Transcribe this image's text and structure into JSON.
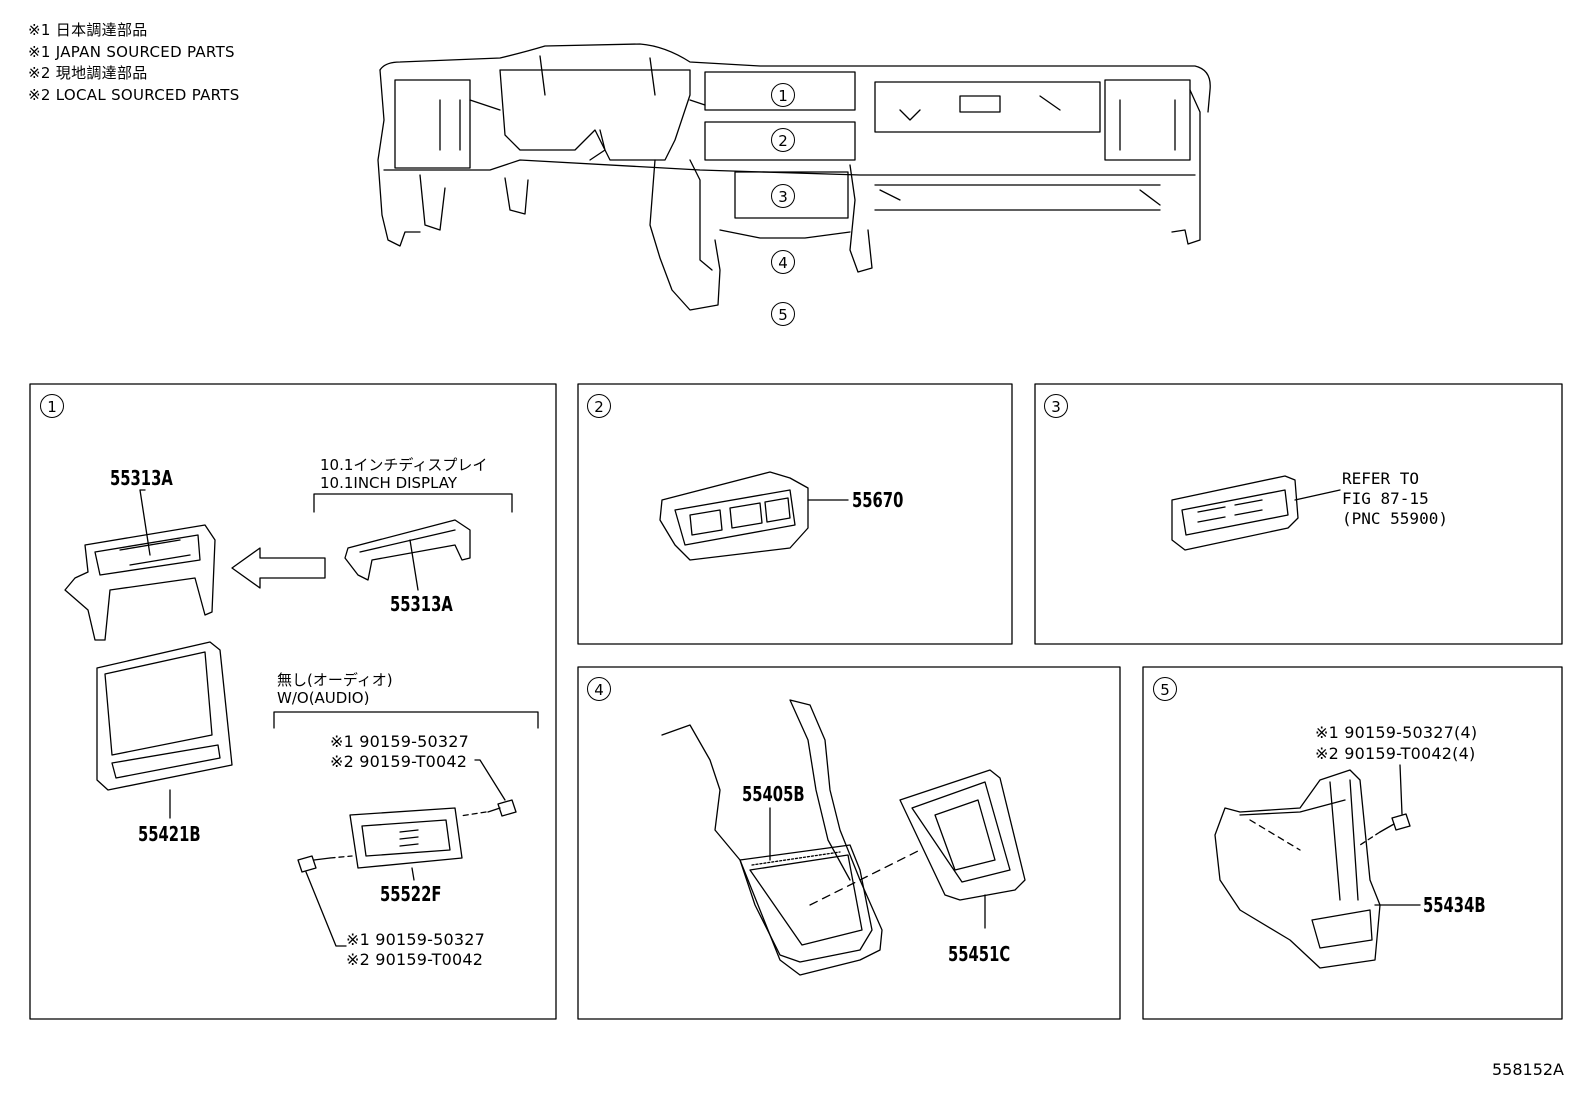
{
  "legend": {
    "line1": "※1 日本調達部品",
    "line2": "※1 JAPAN SOURCED PARTS",
    "line3": "※2 現地調達部品",
    "line4": "※2 LOCAL SOURCED PARTS"
  },
  "overview_callouts": [
    "1",
    "2",
    "3",
    "4",
    "5"
  ],
  "panel1": {
    "index": "1",
    "part_55313A_main": "55313A",
    "display_jp": "10.1インチディスプレイ",
    "display_en": "10.1INCH DISPLAY",
    "part_55313A_alt": "55313A",
    "part_55421B": "55421B",
    "audio_jp": "無し(オーディオ)",
    "audio_en": "W/O(AUDIO)",
    "screw_top_1": "※1 90159-50327",
    "screw_top_2": "※2 90159-T0042",
    "part_55522F": "55522F",
    "screw_bot_1": "※1 90159-50327",
    "screw_bot_2": "※2 90159-T0042"
  },
  "panel2": {
    "index": "2",
    "part": "55670"
  },
  "panel3": {
    "index": "3",
    "refer_line1": "REFER TO",
    "refer_line2": "FIG 87-15",
    "refer_line3": "(PNC 55900)"
  },
  "panel4": {
    "index": "4",
    "part_55405B": "55405B",
    "part_55451C": "55451C"
  },
  "panel5": {
    "index": "5",
    "screw_1": "※1 90159-50327(4)",
    "screw_2": "※2 90159-T0042(4)",
    "part_55434B": "55434B"
  },
  "figure_id": "558152A"
}
